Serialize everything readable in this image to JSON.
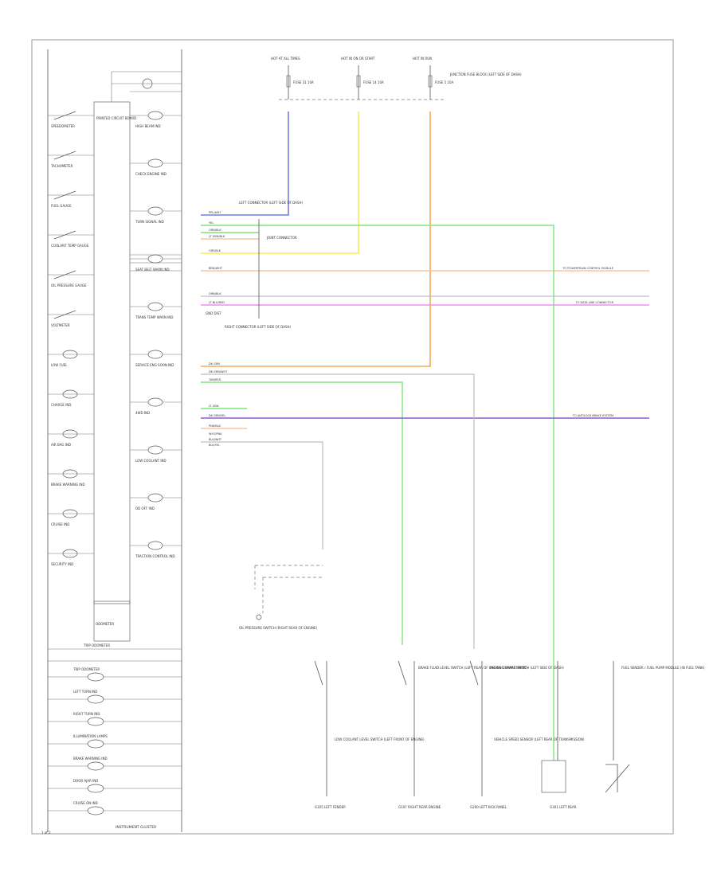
{
  "colors": {
    "blue": "#6f7fe8",
    "yellow": "#f2ef5c",
    "orange": "#f5a85a",
    "green": "#7de67d",
    "pink": "#ee8fee",
    "violet": "#8a5ec8",
    "peach": "#f7c6a0",
    "gray": "#bdbdbd",
    "darkgray": "#777777"
  },
  "fuses": [
    {
      "key": "hot_at_all_times",
      "text": "HOT AT ALL TIMES",
      "fuse": "FUSE 31 10A"
    },
    {
      "key": "hot_in_run",
      "text": "HOT IN ON OR START",
      "fuse": "FUSE 14 10A"
    },
    {
      "key": "hot_in_start",
      "text": "HOT IN RUN",
      "fuse": "FUSE 5 10A"
    }
  ],
  "labels": {
    "junction_box": "JUNCTION FUSE BLOCK (LEFT SIDE OF DASH)",
    "left_connector": "LEFT CONNECTOR (LEFT SIDE OF DASH)",
    "joint_connector": "JOINT CONNECTOR",
    "right_connector": "RIGHT CONNECTOR (LEFT SIDE OF DASH)",
    "instrument_cluster": "INSTRUMENT CLUSTER",
    "page_tag": "1 of 2",
    "trip_odometer": "TRIP ODOMETER",
    "odometer": "ODOMETER",
    "ground_dist": "GND DIST",
    "circuit_board": "PRINTED CIRCUIT BOARD"
  },
  "cluster_left": [
    "SPEEDOMETER",
    "TACHOMETER",
    "FUEL GAUGE",
    "COOLANT TEMP GAUGE",
    "OIL PRESSURE GAUGE",
    "VOLTMETER",
    "LOW FUEL",
    "CHARGE IND",
    "AIR BAG IND",
    "BRAKE WARNING IND",
    "CRUISE IND",
    "SECURITY IND"
  ],
  "cluster_right": [
    "HIGH BEAM IND",
    "CHECK ENGINE IND",
    "TURN SIGNAL IND",
    "SEAT BELT WARN IND",
    "TRANS TEMP WARN IND",
    "SERVICE ENG SOON IND",
    "4WD IND",
    "LOW COOLANT IND",
    "OD OFF IND",
    "TRACTION CONTROL IND"
  ],
  "cluster_bottom": [
    "TRIP ODOMETER",
    "LEFT TURN IND",
    "RIGHT TURN IND",
    "ILLUMINATION LAMPS",
    "BRAKE WARNING IND",
    "DOOR AJAR IND",
    "CRUISE ON IND"
  ],
  "wire_labels": [
    "PPL/WHT",
    "YEL",
    "ORN/BLK",
    "LT GRN/BLK",
    "GRY/BLK",
    "BRN/WHT",
    "ORN/BLK",
    "LT BLU/RED",
    "DK GRN",
    "DK GRN/WHT",
    "TAN/RED",
    "LT GRN",
    "DK GRN/YEL",
    "PNK/BLK",
    "WHT/PNK",
    "BLK/WHT",
    "BLK/YEL"
  ],
  "side_refs": [
    "TO POWERTRAIN CONTROL MODULE",
    "TO DATA LINK CONNECTOR",
    "TO ANTILOCK BRAKE SYSTEM"
  ],
  "bottom_components": [
    {
      "key": "oil_switch",
      "text": "OIL PRESSURE SWITCH (RIGHT REAR OF ENGINE)"
    },
    {
      "key": "brake_fluid",
      "text": "BRAKE FLUID LEVEL SWITCH (LEFT REAR OF ENGINE COMPARTMENT)"
    },
    {
      "key": "parking_brake",
      "text": "PARKING BRAKE SWITCH (LEFT SIDE OF DASH)"
    },
    {
      "key": "low_coolant",
      "text": "LOW COOLANT LEVEL SWITCH (LEFT FRONT OF ENGINE)"
    },
    {
      "key": "sensor",
      "text": "VEHICLE SPEED SENSOR (LEFT REAR OF TRANSMISSION)"
    },
    {
      "key": "fuel_sender",
      "text": "FUEL SENDER / FUEL PUMP MODULE (IN FUEL TANK)"
    }
  ],
  "grounds": [
    "G105 LEFT FENDER",
    "G107 RIGHT REAR ENGINE",
    "G200 LEFT KICK PANEL",
    "G301 LEFT REAR"
  ]
}
